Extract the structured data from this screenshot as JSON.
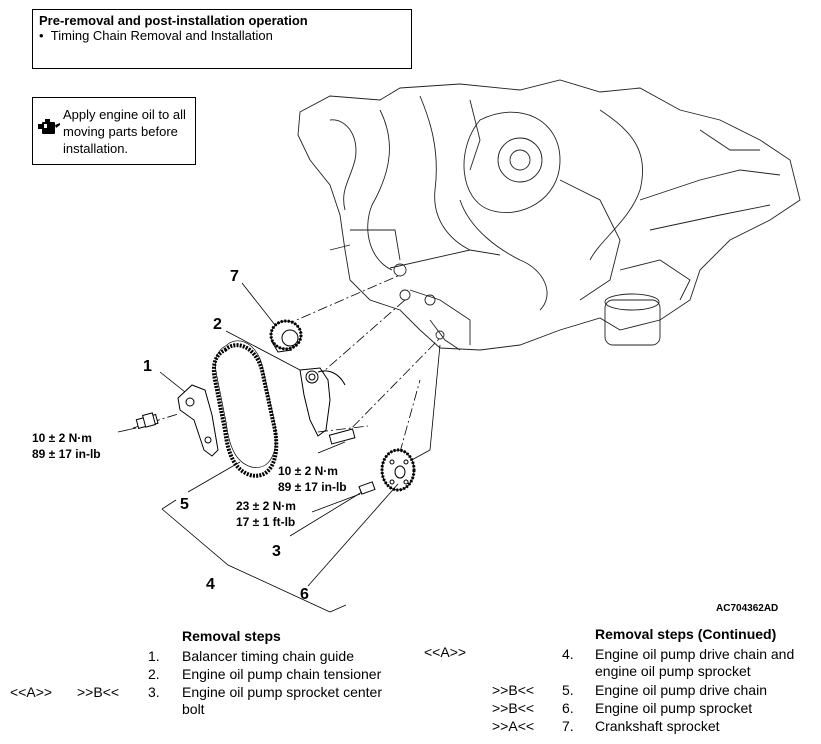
{
  "preremoval": {
    "title": "Pre-removal and post-installation operation",
    "item": "Timing Chain Removal and Installation"
  },
  "oil_note": {
    "icon": "oil-can-icon",
    "text": "Apply engine oil to all moving parts before installation."
  },
  "callouts": [
    "1",
    "2",
    "3",
    "4",
    "5",
    "6",
    "7"
  ],
  "torques": {
    "t1": {
      "nm": "10 ± 2 N·m",
      "imp": "89 ± 17 in-lb"
    },
    "t2": {
      "nm": "10 ± 2 N·m",
      "imp": "89 ± 17 in-lb"
    },
    "t3": {
      "nm": "23 ± 2 N·m",
      "imp": "17 ± 1 ft-lb"
    }
  },
  "figure_code": "AC704362AD",
  "removal_steps": {
    "title": "Removal steps",
    "items": [
      {
        "num": "1.",
        "text": "Balancer timing chain guide"
      },
      {
        "num": "2.",
        "text": "Engine oil pump chain tensioner"
      },
      {
        "num": "3.",
        "text": "Engine oil pump sprocket center bolt",
        "marks": {
          "left": "<<A>>",
          "right": ">>B<<"
        }
      }
    ]
  },
  "removal_steps_continued": {
    "title": "Removal steps (Continued)",
    "items": [
      {
        "num": "4.",
        "text": "Engine oil pump drive chain and engine oil pump sprocket",
        "mark": "<<A>>"
      },
      {
        "num": "5.",
        "text": "Engine oil pump drive chain",
        "mark": ">>B<<"
      },
      {
        "num": "6.",
        "text": "Engine oil pump sprocket",
        "mark": ">>B<<"
      },
      {
        "num": "7.",
        "text": "Crankshaft sprocket",
        "mark": ">>A<<"
      }
    ]
  }
}
